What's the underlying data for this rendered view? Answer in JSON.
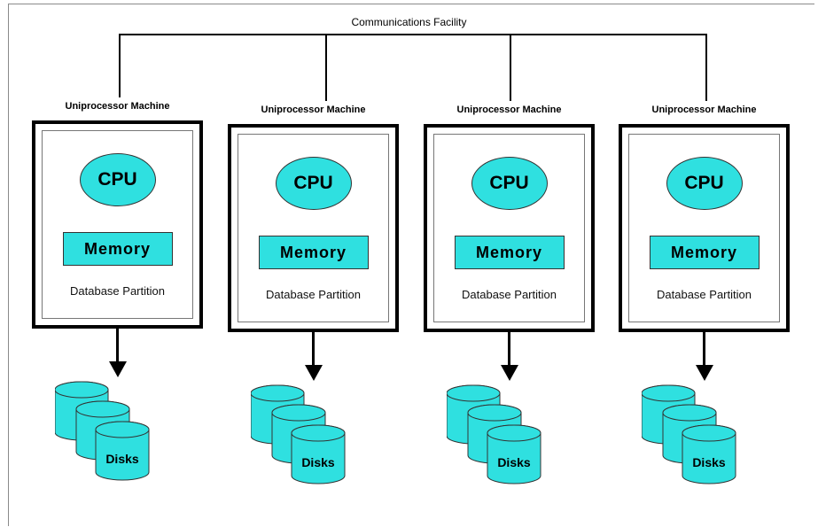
{
  "bus": {
    "label": "Communications Facility"
  },
  "nodes": [
    {
      "title": "Uniprocessor Machine",
      "cpu": "CPU",
      "memory": "Memory",
      "partition": "Database Partition",
      "disks": "Disks"
    },
    {
      "title": "Uniprocessor Machine",
      "cpu": "CPU",
      "memory": "Memory",
      "partition": "Database Partition",
      "disks": "Disks"
    },
    {
      "title": "Uniprocessor Machine",
      "cpu": "CPU",
      "memory": "Memory",
      "partition": "Database Partition",
      "disks": "Disks"
    },
    {
      "title": "Uniprocessor Machine",
      "cpu": "CPU",
      "memory": "Memory",
      "partition": "Database Partition",
      "disks": "Disks"
    }
  ],
  "colors": {
    "component_fill": "#2fe0e0",
    "line": "#000000",
    "background": "#ffffff"
  }
}
